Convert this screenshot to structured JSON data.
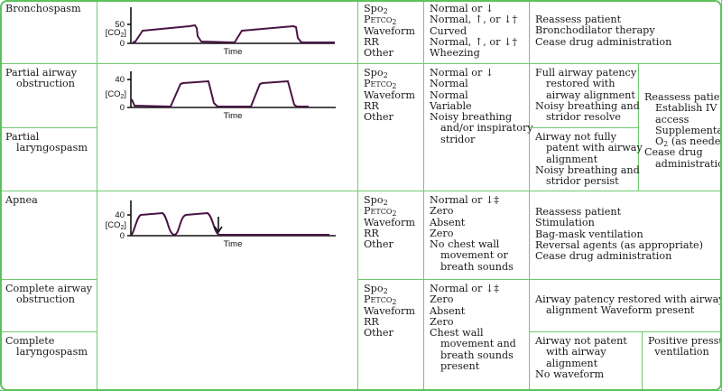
{
  "params": [
    "Spo",
    "Petco",
    "Waveform",
    "RR",
    "Other"
  ],
  "param_sub": "2",
  "axis": {
    "ylabel": "[CO",
    "ylabel_sub": "2",
    "ylabel_end": "]",
    "xlabel": "Time",
    "zero": "0"
  },
  "rows": {
    "bronchospasm": {
      "condition": "Bronchospasm",
      "ymax_label": "50",
      "values": [
        "Normal or ↓",
        "Normal, ↑, or ↓†",
        "Curved",
        "Normal, ↑, or ↓†",
        "Wheezing"
      ],
      "actions": [
        "Reassess patient",
        "Bronchodilator therapy",
        "Cease drug administration"
      ]
    },
    "partial": {
      "condition_a": [
        "Partial airway",
        "obstruction"
      ],
      "condition_b": [
        "Partial",
        "laryngospasm"
      ],
      "ymax_label": "40",
      "values": [
        "Normal or ↓",
        "Normal",
        "Normal",
        "Variable",
        "Noisy breathing",
        "and/or inspiratory",
        "stridor"
      ],
      "action_a": [
        "Full airway patency",
        "restored with",
        "airway alignment",
        "Noisy breathing and",
        "stridor resolve"
      ],
      "action_b": [
        "Airway not fully",
        "patent with airway",
        "alignment",
        "Noisy breathing and",
        "stridor persist"
      ],
      "shared_actions": [
        "Reassess patient",
        "Establish IV",
        "access",
        "Supplemental",
        "(as needed)",
        "Cease drug",
        "administration"
      ],
      "o2": "O"
    },
    "apnea": {
      "condition": "Apnea",
      "ymax_label": "40",
      "values": [
        "Normal or ↓‡",
        "Zero",
        "Absent",
        "Zero",
        "No chest wall",
        "movement or",
        "breath sounds"
      ],
      "actions": [
        "Reassess patient",
        "Stimulation",
        "Bag-mask ventilation",
        "Reversal agents (as appropriate)",
        "Cease drug administration"
      ]
    },
    "complete": {
      "condition_a": [
        "Complete airway",
        "obstruction"
      ],
      "condition_b": [
        "Complete",
        "laryngospasm"
      ],
      "values": [
        "Normal or ↓‡",
        "Zero",
        "Absent",
        "Zero",
        "Chest wall",
        "movement and",
        "breath sounds",
        "present"
      ],
      "action_a": [
        "Airway patency restored with airway",
        "alignment Waveform present"
      ],
      "action_b": [
        "Airway not patent",
        "with airway",
        "alignment",
        "No waveform"
      ],
      "action_c": [
        "Positive pressure",
        "ventilation"
      ]
    }
  },
  "colors": {
    "border": "#5cc25c",
    "waveform": "#4a1446"
  }
}
